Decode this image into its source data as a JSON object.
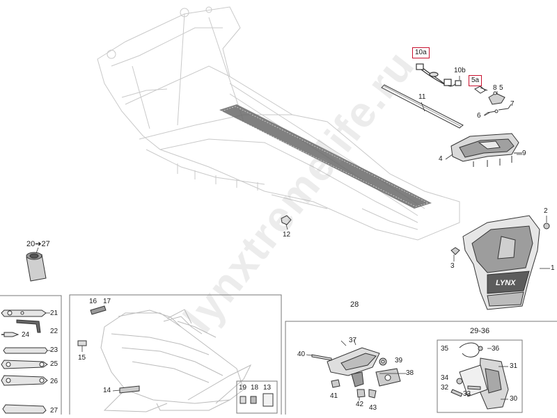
{
  "callouts": {
    "c1": "1",
    "c2": "2",
    "c3": "3",
    "c4": "4",
    "c5": "5",
    "c5a": "5a",
    "c6": "6",
    "c7": "7",
    "c8": "8",
    "c9": "9",
    "c10a": "10a",
    "c10b": "10b",
    "c11": "11",
    "c12": "12",
    "c13": "13",
    "c14": "14",
    "c15": "15",
    "c16": "16",
    "c17": "17",
    "c18": "18",
    "c19": "19",
    "c20_27": "20➔27",
    "c21": "21",
    "c22": "22",
    "c23": "23",
    "c24": "24",
    "c25": "25",
    "c26": "26",
    "c27": "27",
    "c28": "28",
    "c29_36": "29-36",
    "c30": "30",
    "c31": "31",
    "c32": "32",
    "c33": "33",
    "c34": "34",
    "c35": "35",
    "c36": "36",
    "c37": "37",
    "c38": "38",
    "c39": "39",
    "c40": "40",
    "c41": "41",
    "c42": "42",
    "c43": "43"
  },
  "plate_text": "LYNX",
  "watermark": "lynxtremelife.ru",
  "colors": {
    "highlight_box": "#c8102e",
    "line": "#333333",
    "faint": "#bdbdbd"
  }
}
